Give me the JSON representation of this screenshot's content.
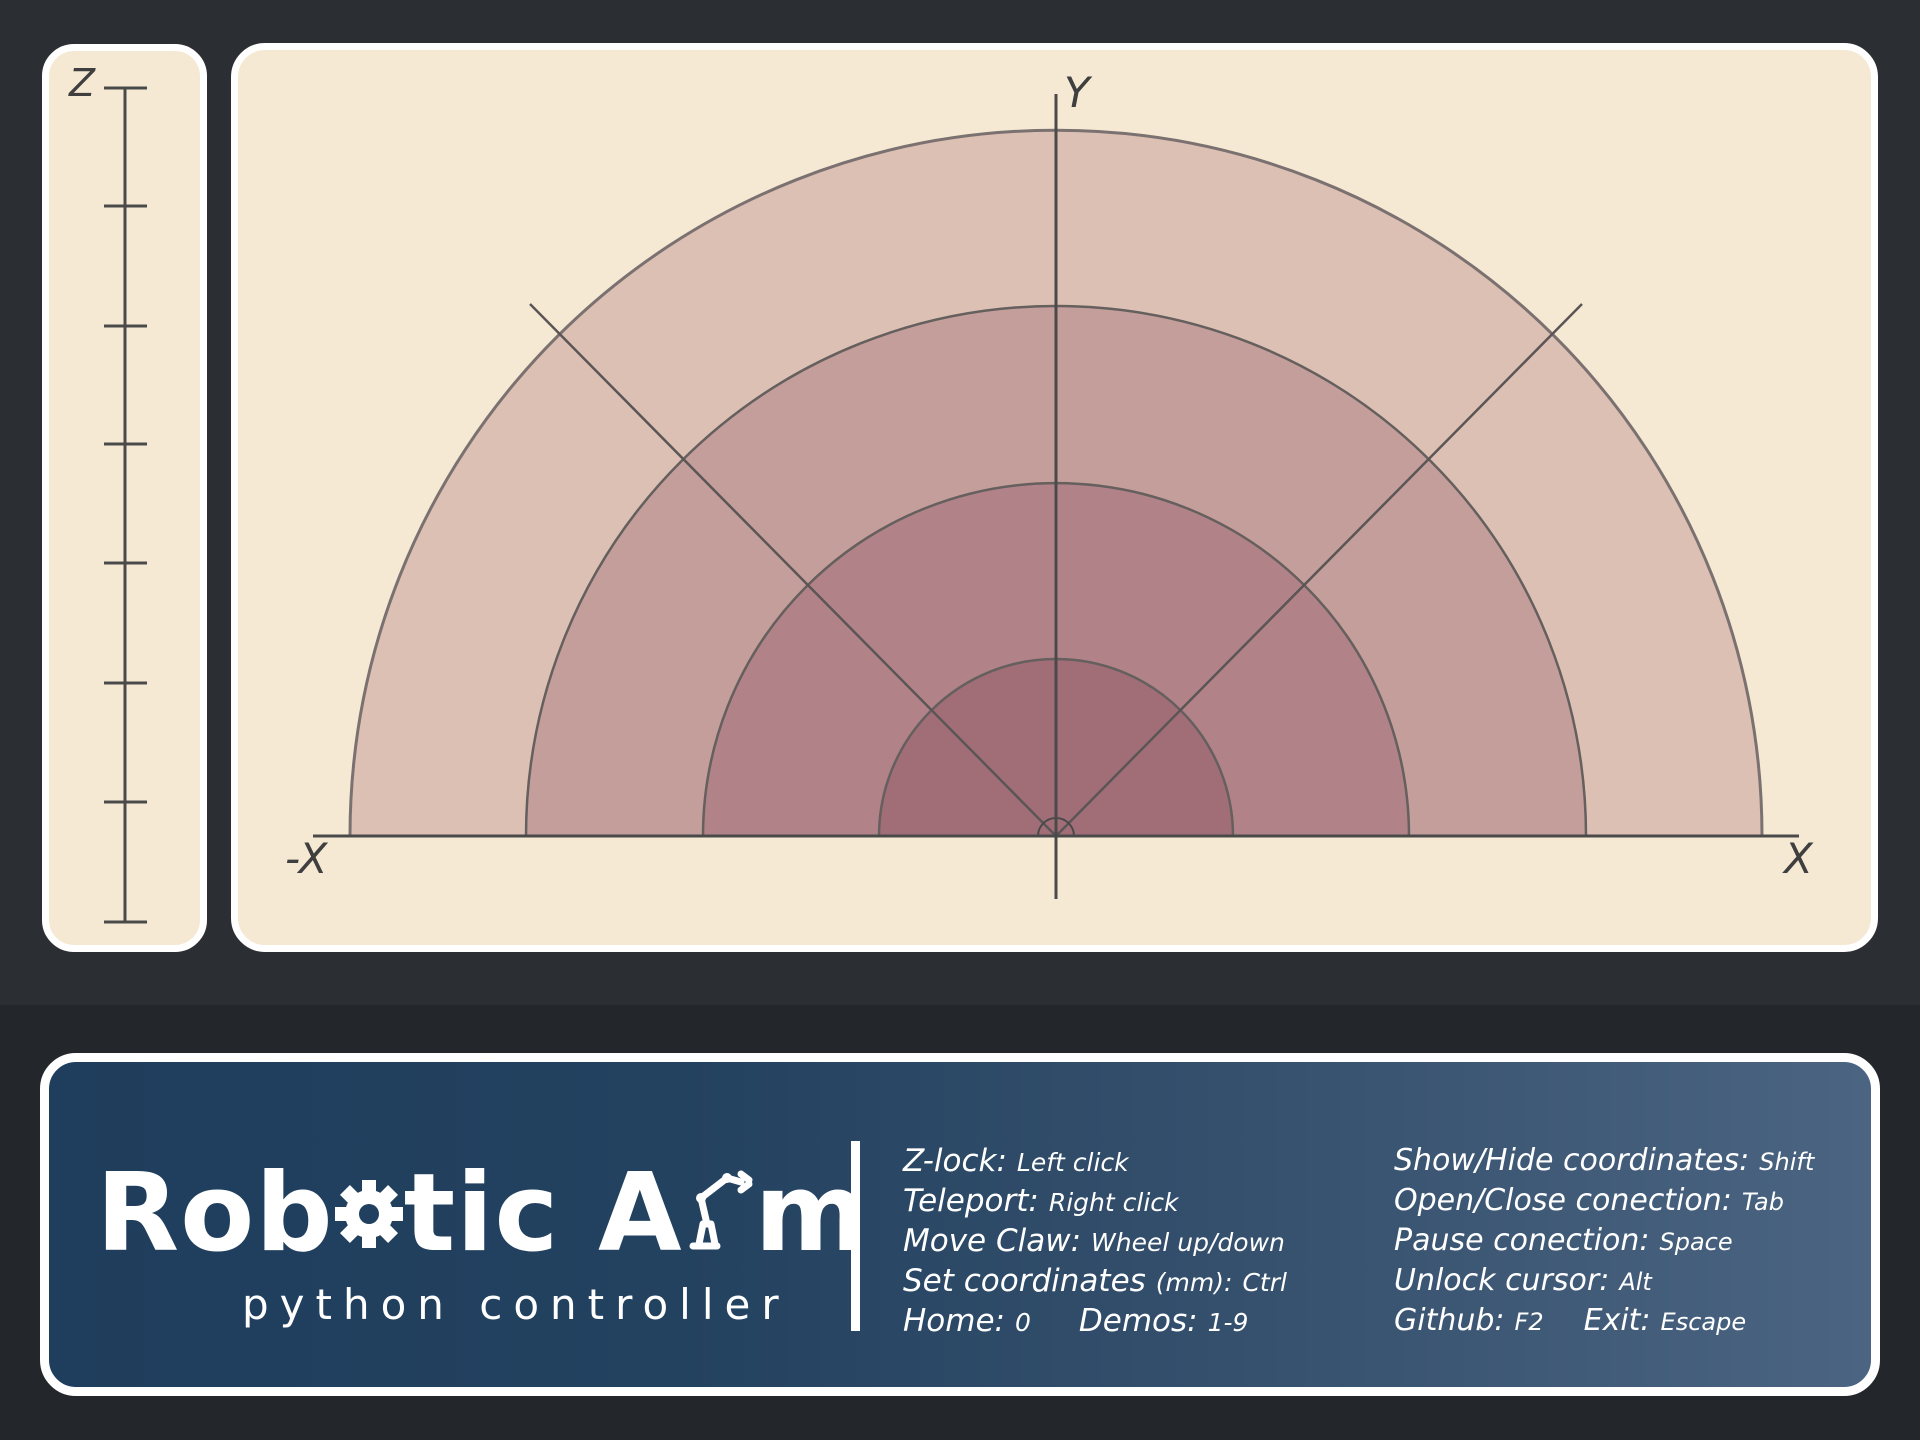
{
  "workspace": {
    "z_axis_label": "Z",
    "y_axis_label": "Y",
    "x_axis_label": "X",
    "neg_x_axis_label": "-X"
  },
  "colors": {
    "background": "#2b2f34",
    "panel": "#f6e9d4",
    "ring_outer": "#dcc0b3",
    "ring_2": "#c49e9a",
    "ring_3": "#b18388",
    "ring_inner": "#a16e78",
    "line": "#655f5e"
  },
  "brand": {
    "title_part1": "Rob",
    "title_part2": "tic A",
    "title_part3": "m",
    "subtitle": "python controller",
    "gear_icon": "gear-icon",
    "arm_icon": "robot-arm-icon"
  },
  "controls_left": [
    {
      "name": "Z-lock:",
      "key": "Left click"
    },
    {
      "name": "Teleport:",
      "key": "Right click"
    },
    {
      "name": "Move Claw:",
      "key": "Wheel up/down"
    },
    {
      "name": "Set coordinates",
      "name_suffix": "(mm):",
      "key": "Ctrl"
    },
    {
      "name": "Home:",
      "key": "0",
      "name2": "Demos:",
      "key2": "1-9"
    }
  ],
  "controls_right": [
    {
      "name": "Show/Hide coordinates:",
      "key": "Shift"
    },
    {
      "name": "Open/Close conection:",
      "key": "Tab"
    },
    {
      "name": "Pause conection:",
      "key": "Space"
    },
    {
      "name": "Unlock cursor:",
      "key": "Alt"
    },
    {
      "name": "Github:",
      "key": "F2",
      "name2": "Exit:",
      "key2": "Escape"
    }
  ]
}
